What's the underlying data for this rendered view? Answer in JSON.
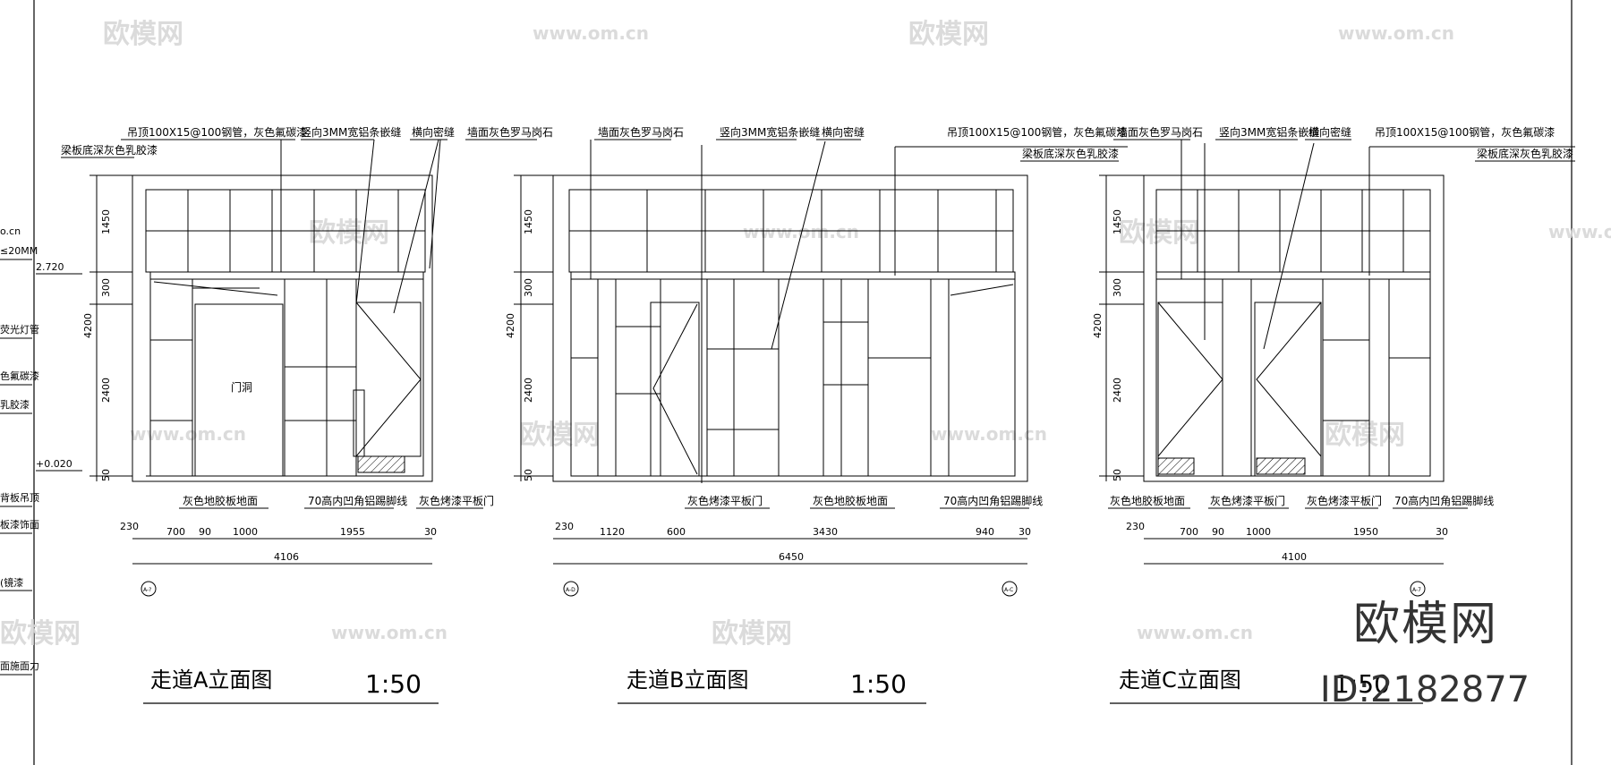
{
  "sheet": {
    "brand": "欧模网",
    "brand_id": "ID:2182877",
    "watermark_text": "欧模网",
    "watermark_url": "www.om.cn",
    "left_stub_labels": [
      "o.cn",
      "≤20MM",
      "2.720",
      "荧光灯管",
      "色氟碳漆",
      "乳胶漆",
      "+0.020",
      "背板吊顶",
      "板漆饰面",
      "(镜漆",
      "面施面力"
    ]
  },
  "elevations": [
    {
      "title": "走道A立面图",
      "scale": "1:50",
      "notes": [
        "吊顶100X15@100钢管，灰色氟碳漆",
        "梁板底深灰色乳胶漆",
        "竖向3MM宽铝条嵌缝",
        "横向密缝",
        "墙面灰色罗马岗石"
      ],
      "bottom_notes": [
        "灰色地胶板地面",
        "70高内凹角铝踢脚线",
        "灰色烤漆平板门"
      ],
      "door_label": "门洞",
      "heights": [
        "1450",
        "300",
        "4200",
        "2400",
        "50"
      ],
      "levels": [
        "2.720",
        "+0.020"
      ],
      "widths": [
        "230",
        "700",
        "90",
        "1000",
        "1955",
        "30"
      ],
      "total": "4106",
      "axis_left": "A-?",
      "axis_right": ""
    },
    {
      "title": "走道B立面图",
      "scale": "1:50",
      "notes": [
        "墙面灰色罗马岗石",
        "竖向3MM宽铝条嵌缝",
        "横向密缝",
        "吊顶100X15@100钢管，灰色氟碳漆",
        "梁板底深灰色乳胶漆"
      ],
      "bottom_notes": [
        "灰色烤漆平板门",
        "灰色地胶板地面",
        "70高内凹角铝踢脚线"
      ],
      "door_label": "",
      "heights": [
        "1450",
        "300",
        "4200",
        "2400",
        "50"
      ],
      "levels": [],
      "widths": [
        "230",
        "1120",
        "600",
        "3430",
        "940",
        "30"
      ],
      "total": "6450",
      "axis_left": "A-D",
      "axis_right": "A-C"
    },
    {
      "title": "走道C立面图",
      "scale": "1:50",
      "notes": [
        "墙面灰色罗马岗石",
        "竖向3MM宽铝条嵌缝",
        "横向密缝",
        "吊顶100X15@100钢管，灰色氟碳漆",
        "梁板底深灰色乳胶漆"
      ],
      "bottom_notes": [
        "灰色地胶板地面",
        "灰色烤漆平板门",
        "灰色烤漆平板门",
        "70高内凹角铝踢脚线"
      ],
      "door_label": "",
      "heights": [
        "1450",
        "300",
        "4200",
        "2400",
        "50"
      ],
      "levels": [],
      "widths": [
        "230",
        "700",
        "90",
        "1000",
        "1950",
        "30"
      ],
      "total": "4100",
      "axis_left": "",
      "axis_right": "A-7"
    }
  ]
}
